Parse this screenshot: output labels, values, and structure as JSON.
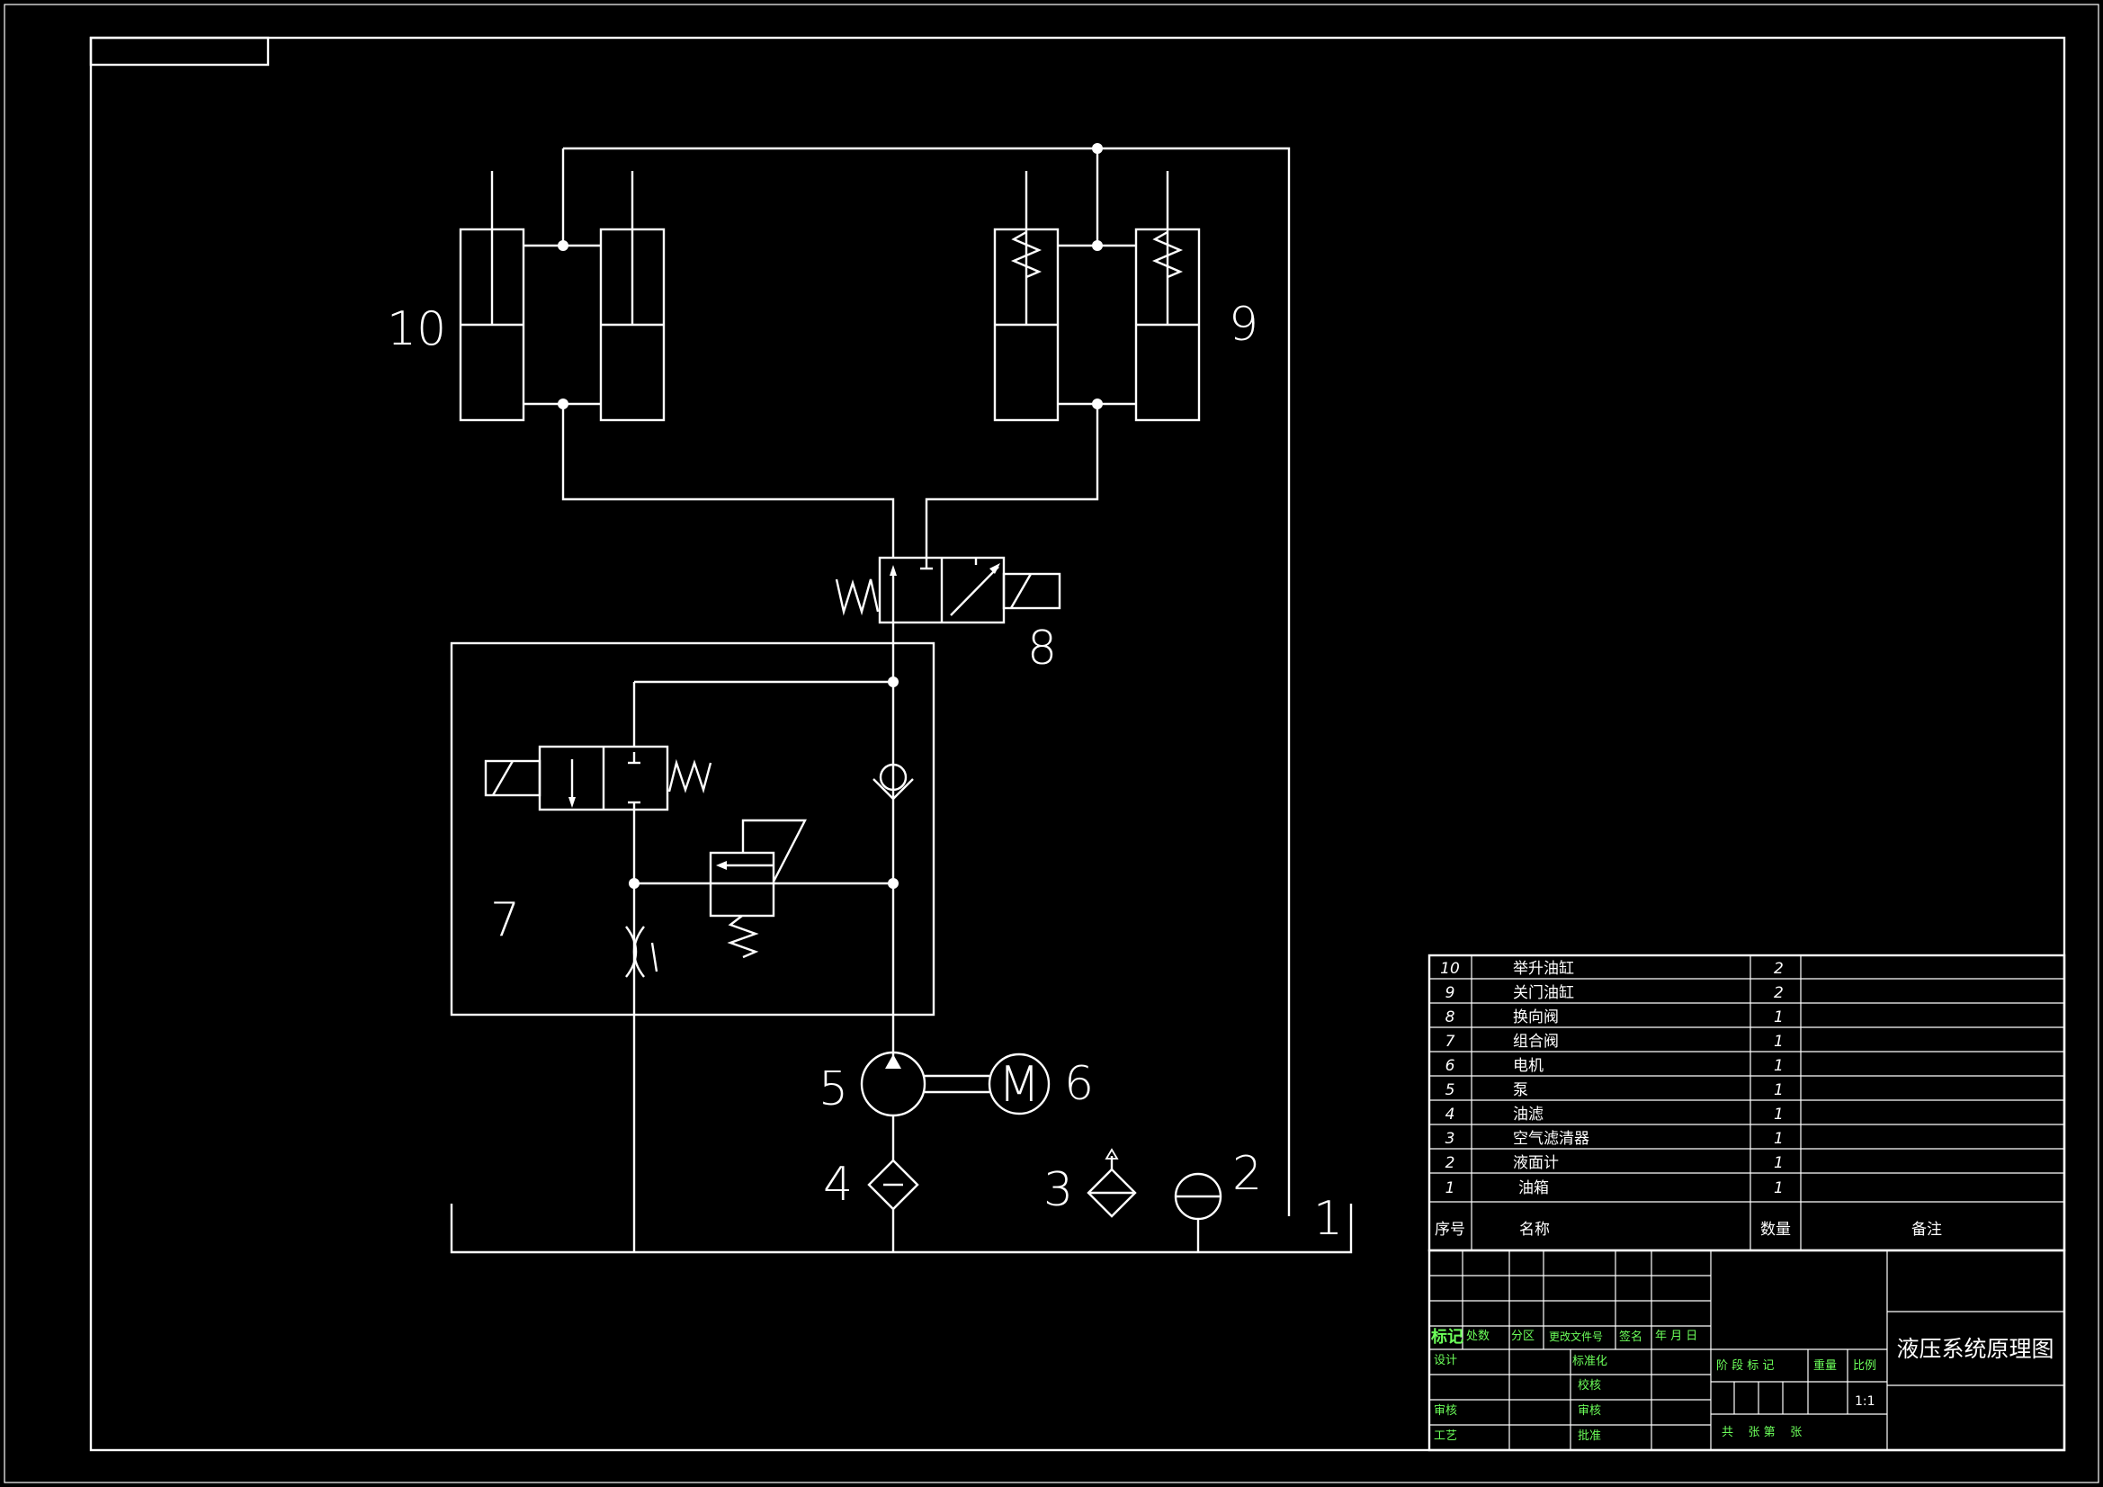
{
  "labels": {
    "c10": "10",
    "c9": "9",
    "c8": "8",
    "c7": "7",
    "c6": "6",
    "c5": "5",
    "c4": "4",
    "c3": "3",
    "c2": "2",
    "c1": "1",
    "motor": "M"
  },
  "parts": [
    {
      "no": "10",
      "name": "举升油缸",
      "qty": "2"
    },
    {
      "no": "9",
      "name": "关门油缸",
      "qty": "2"
    },
    {
      "no": "8",
      "name": "换向阀",
      "qty": "1"
    },
    {
      "no": "7",
      "name": "组合阀",
      "qty": "1"
    },
    {
      "no": "6",
      "name": "电机",
      "qty": "1"
    },
    {
      "no": "5",
      "name": "泵",
      "qty": "1"
    },
    {
      "no": "4",
      "name": "油滤",
      "qty": "1"
    },
    {
      "no": "3",
      "name": "空气滤清器",
      "qty": "1"
    },
    {
      "no": "2",
      "name": "液面计",
      "qty": "1"
    },
    {
      "no": "1",
      "name": "油箱",
      "qty": "1"
    }
  ],
  "parts_header": {
    "no": "序号",
    "name": "名称",
    "qty": "数量",
    "note": "备注"
  },
  "title_block": {
    "drawing_title": "液压系统原理图",
    "mark": "标记",
    "places": "处数",
    "zone": "分区",
    "change_doc": "更改文件号",
    "signature": "签名",
    "date": "年 月 日",
    "design": "设计",
    "standardize": "标准化",
    "proofread": "校核",
    "review": "审核",
    "process": "工艺",
    "approve": "批准",
    "stage_mark": "阶 段 标 记",
    "weight": "重量",
    "scale_label": "比例",
    "scale_value": "1:1",
    "sheets": "共    张 第    张"
  }
}
